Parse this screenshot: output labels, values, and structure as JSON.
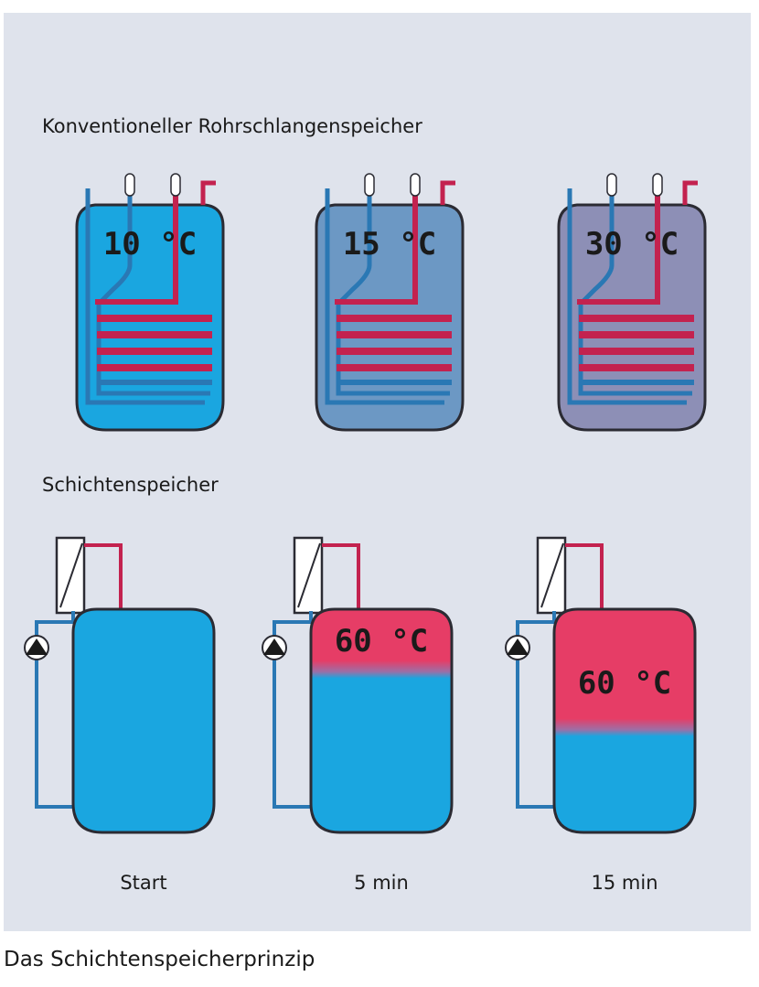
{
  "section_conventional": {
    "title": "Konventioneller Rohrschlangenspeicher"
  },
  "section_stratified": {
    "title": "Schichtenspeicher"
  },
  "conventional_tanks": [
    {
      "temp": "10 °C",
      "color": "#1aa6e0"
    },
    {
      "temp": "15 °C",
      "color": "#6c98c4"
    },
    {
      "temp": "30 °C",
      "color": "#8d8fb6"
    }
  ],
  "stratified_tanks": [
    {
      "temp": "",
      "time": "Start",
      "hot_fraction": 0.0
    },
    {
      "temp": "60 °C",
      "time": "5 min",
      "hot_fraction": 0.28
    },
    {
      "temp": "60 °C",
      "time": "15 min",
      "hot_fraction": 0.54
    }
  ],
  "colors": {
    "panel": "#dfe3ec",
    "hot": "#e63d66",
    "cold": "#1aa6e0",
    "pipe_blue": "#2a78b4",
    "outline": "#2b2b33"
  },
  "caption": "Das Schichtenspeicherprinzip"
}
